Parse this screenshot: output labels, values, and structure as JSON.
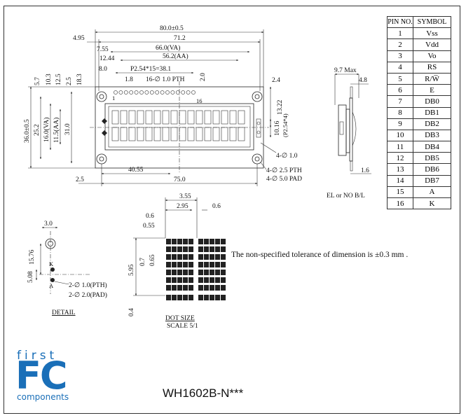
{
  "model": "WH1602B-N***",
  "logo": {
    "line1": "first",
    "line2": "FC",
    "line3": "components"
  },
  "note": "The non-specified tolerance of dimension is ±0.3 mm .",
  "pin_table": {
    "headers": [
      "PIN NO.",
      "SYMBOL"
    ],
    "rows": [
      {
        "no": "1",
        "sym": "Vss"
      },
      {
        "no": "2",
        "sym": "Vdd"
      },
      {
        "no": "3",
        "sym": "Vo"
      },
      {
        "no": "4",
        "sym": "RS"
      },
      {
        "no": "5",
        "sym": "R/W̅"
      },
      {
        "no": "6",
        "sym": "E"
      },
      {
        "no": "7",
        "sym": "DB0"
      },
      {
        "no": "8",
        "sym": "DB1"
      },
      {
        "no": "9",
        "sym": "DB2"
      },
      {
        "no": "10",
        "sym": "DB3"
      },
      {
        "no": "11",
        "sym": "DB4"
      },
      {
        "no": "12",
        "sym": "DB5"
      },
      {
        "no": "13",
        "sym": "DB6"
      },
      {
        "no": "14",
        "sym": "DB7"
      },
      {
        "no": "15",
        "sym": "A"
      },
      {
        "no": "16",
        "sym": "K"
      }
    ]
  },
  "front": {
    "top_dims": [
      "80.0±0.5",
      "71.2",
      "66.0(VA)",
      "56.2(AA)",
      "4.95",
      "7.55",
      "12.44",
      "8.0",
      "P2.54*15=38.1",
      "1.8",
      "16-∅ 1.0 PTH",
      "2.0",
      "2.4"
    ],
    "left_dims": [
      "5.7",
      "10.3",
      "12.5",
      "2.5",
      "18.3",
      "36.0±0.5",
      "25.2",
      "16.0(VA)",
      "11.5(AA)",
      "31.0",
      "2.5"
    ],
    "right_dims": [
      "13.22",
      "10.16",
      "(P2.54*4)",
      "4-∅ 1.0",
      "4-∅ 2.5 PTH",
      "4-∅ 5.0 PAD"
    ],
    "bottom_dims": [
      "40.55",
      "75.0",
      "2.5"
    ],
    "pin_labels": [
      "1",
      "16"
    ]
  },
  "side": {
    "dims": [
      "9.7 Max",
      "4.8",
      "1.6"
    ],
    "caption": "EL or NO B/L"
  },
  "detail": {
    "dims": [
      "3.0",
      "15.76",
      "5.08"
    ],
    "labels": [
      "K",
      "A"
    ],
    "notes": [
      "2-∅ 1.0(PTH)",
      "2-∅ 2.0(PAD)"
    ],
    "caption": "DETAIL"
  },
  "dot": {
    "dims": [
      "3.55",
      "2.95",
      "0.6",
      "0.6",
      "0.55",
      "5.95",
      "0.7",
      "0.65",
      "0.4"
    ],
    "caption1": "DOT SIZE",
    "caption2": "SCALE 5/1"
  }
}
